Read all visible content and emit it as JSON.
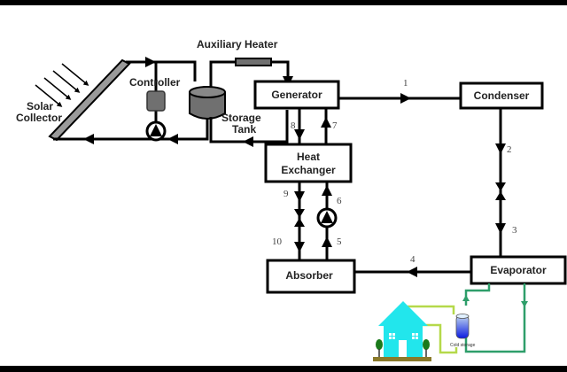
{
  "diagram": {
    "title": "Solar-driven absorption cooling system",
    "components": {
      "solar_collector": {
        "label_line1": "Solar",
        "label_line2": "Collector"
      },
      "controller": {
        "label": "Controller"
      },
      "auxiliary_heater": {
        "label": "Auxiliary Heater"
      },
      "storage_tank": {
        "label_line1": "Storage",
        "label_line2": "Tank"
      },
      "generator": {
        "label": "Generator"
      },
      "condenser": {
        "label": "Condenser"
      },
      "heat_exchanger": {
        "label_line1": "Heat",
        "label_line2": "Exchanger"
      },
      "absorber": {
        "label": "Absorber"
      },
      "evaporator": {
        "label": "Evaporator"
      },
      "cold_storage": {
        "label": "Cold storage"
      }
    },
    "state_points": [
      "1",
      "2",
      "3",
      "4",
      "5",
      "6",
      "7",
      "8",
      "9",
      "10"
    ],
    "colors": {
      "pipe": "#000000",
      "component_fill": "#707070",
      "chilled_loop": "#2e9e6a",
      "building_loop": "#b5d94a",
      "house": "#22e6ec",
      "tree": "#1a7a1a",
      "ground": "#8a7a2a"
    }
  }
}
